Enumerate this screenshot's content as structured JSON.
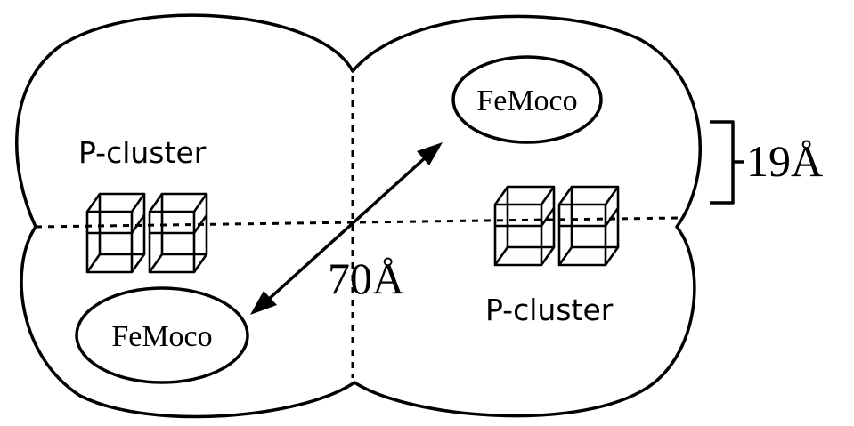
{
  "labels": {
    "femoco_top": "FeMoco",
    "femoco_bottom": "FeMoco",
    "pcluster_left": "P-cluster",
    "pcluster_right": "P-cluster",
    "distance_long": "70Å",
    "distance_short": "19Å"
  },
  "colors": {
    "ink": "#000000",
    "background": "#ffffff"
  }
}
